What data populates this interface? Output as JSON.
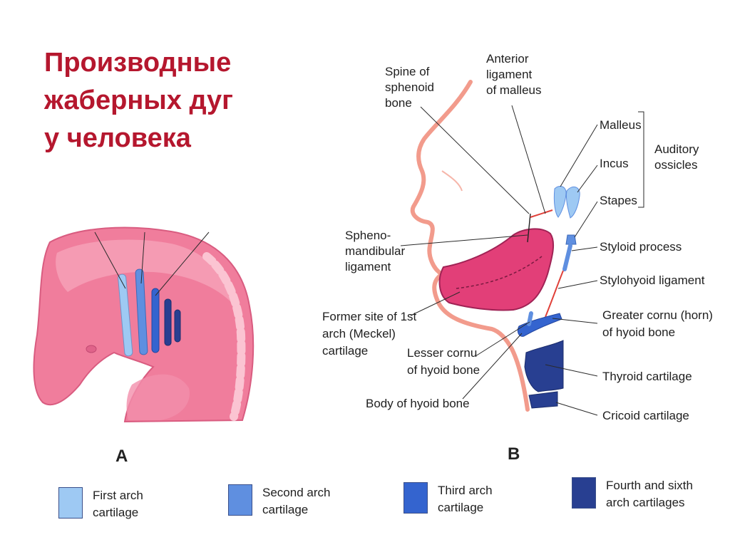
{
  "title_lines": [
    "Производные",
    "жаберных дуг",
    "у человека"
  ],
  "panels": {
    "a": "A",
    "b": "B"
  },
  "labels": {
    "spine_of_sphenoid": [
      "Spine of",
      "sphenoid",
      "bone"
    ],
    "anterior_ligament": [
      "Anterior",
      "ligament",
      "of malleus"
    ],
    "malleus": "Malleus",
    "incus": "Incus",
    "stapes": "Stapes",
    "auditory_ossicles": [
      "Auditory",
      "ossicles"
    ],
    "spheno_mandibular": [
      "Spheno-",
      "mandibular",
      "ligament"
    ],
    "styloid_process": "Styloid process",
    "stylohyoid_ligament": "Stylohyoid ligament",
    "former_site": [
      "Former site of 1st",
      "arch (Meckel)",
      "cartilage"
    ],
    "greater_cornu": [
      "Greater cornu (horn)",
      "of hyoid bone"
    ],
    "lesser_cornu": [
      "Lesser cornu",
      "of hyoid bone"
    ],
    "thyroid_cartilage": "Thyroid cartilage",
    "body_of_hyoid": "Body of hyoid bone",
    "cricoid_cartilage": "Cricoid cartilage"
  },
  "legend": [
    {
      "lines": [
        "First arch",
        "cartilage"
      ],
      "color": "#9ec9f3"
    },
    {
      "lines": [
        "Second arch",
        "cartilage"
      ],
      "color": "#5f8fe0"
    },
    {
      "lines": [
        "Third arch",
        "cartilage"
      ],
      "color": "#3464cf"
    },
    {
      "lines": [
        "Fourth and sixth",
        "arch cartilages"
      ],
      "color": "#283f91"
    }
  ],
  "colors": {
    "title": "#b5172e",
    "embryo_pink": "#f07d9c",
    "embryo_light": "#f7a5bb",
    "mandible": "#e23f78",
    "face_outline": "#f29b8c",
    "ligament_red": "#e0413a",
    "first_arch": "#9ec9f3",
    "second_arch": "#5f8fe0",
    "third_arch": "#3464cf",
    "fourth_sixth_arch": "#283f91"
  }
}
